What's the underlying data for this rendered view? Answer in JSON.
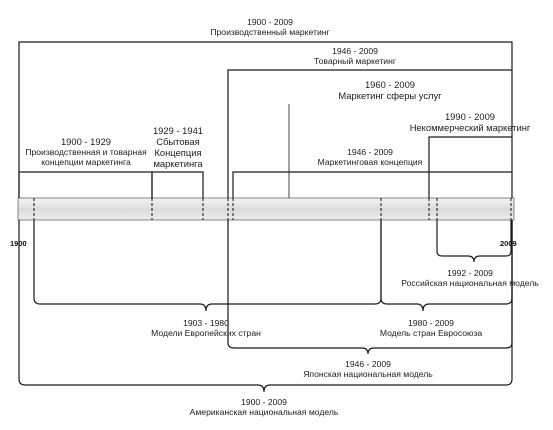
{
  "timeline": {
    "start_label": "1900",
    "end_label": "2009"
  },
  "upper_periods": {
    "production": {
      "years": "1900 - 2009",
      "name": "Производственный маркетинг"
    },
    "product": {
      "years": "1946 - 2009",
      "name": "Товарный маркетинг"
    },
    "services": {
      "years": "1960 - 2009",
      "name": "Маркетинг сферы услуг"
    },
    "noncommercial": {
      "years": "1990 - 2009",
      "name": "Некоммерческий маркетинг"
    },
    "early": {
      "years": "1900 - 1929",
      "line1": "Производственная и товарная",
      "line2": "концепции маркетинга"
    },
    "sales": {
      "years": "1929 - 1941",
      "line1": "Сбытовая",
      "line2": "Концепция",
      "line3": "маркетинга"
    },
    "marketing_concept": {
      "years": "1946 - 2009",
      "name": "Маркетинговая концепция"
    }
  },
  "lower_models": {
    "russian": {
      "years": "1992 - 2009",
      "name": "Российская национальная модель"
    },
    "european": {
      "years": "1903 - 1980",
      "name": "Модели Европейских стран"
    },
    "eu": {
      "years": "1980 - 2009",
      "name": "Модель стран Евросоюза"
    },
    "japanese": {
      "years": "1946 - 2009",
      "name": "Японская национальная модель"
    },
    "american": {
      "years": "1900 - 2009",
      "name": "Американская национальная модель"
    }
  }
}
